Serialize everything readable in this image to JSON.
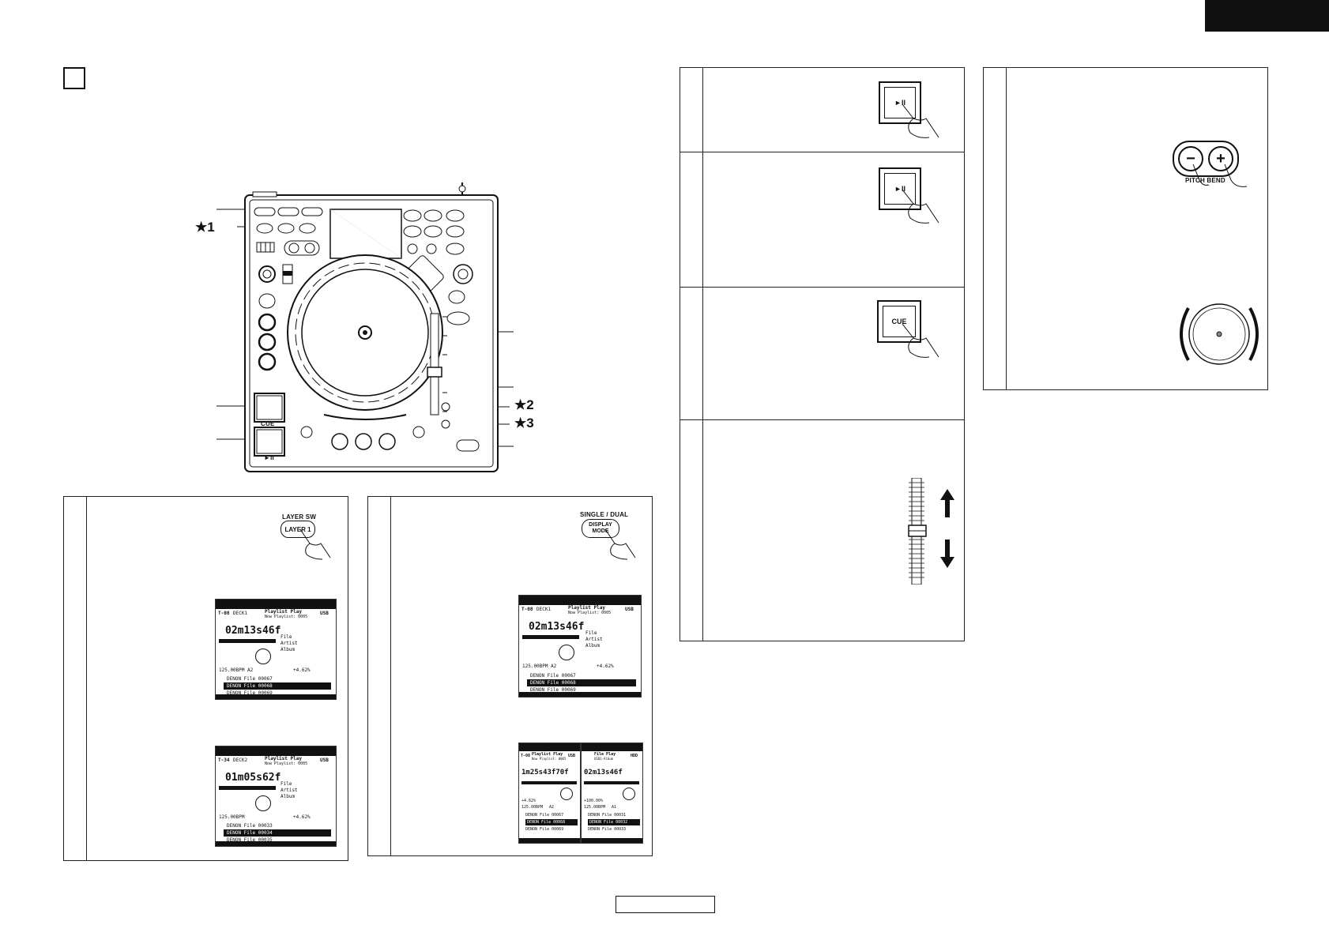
{
  "labels": {
    "star1": "★1",
    "star2": "★2",
    "star3": "★3",
    "cue": "CUE",
    "play": "►II",
    "layer_sw": "LAYER SW",
    "layer_1": "LAYER 1",
    "single_dual": "SINGLE / DUAL",
    "display_mode_1": "DISPLAY",
    "display_mode_2": "MODE",
    "pitch_bend": "PITCH BEND"
  },
  "lcd_deck1": {
    "deck": "DECK1",
    "mode": "Playlist Play",
    "now": "Now Playlist: 0005",
    "dev": "USB",
    "track": "T-08",
    "time": "02m13s46f",
    "info": [
      "File",
      "Artist",
      "Album"
    ],
    "bpm": "125.00BPM",
    "key": "A2",
    "pitch": "+4.62%",
    "list": [
      "DENON File 00067",
      "DENON File 00068",
      "DENON File 00069"
    ]
  },
  "lcd_deck2": {
    "deck": "DECK2",
    "mode": "Playlist Play",
    "now": "Now Playlist: 0005",
    "dev": "USB",
    "track": "T-34",
    "time": "01m05s62f",
    "info": [
      "File",
      "Artist",
      "Album"
    ],
    "bpm": "125.00BPM",
    "pitch": "+4.62%",
    "list": [
      "DENON File 00033",
      "DENON File 00034",
      "DENON File 00035"
    ]
  },
  "lcd_single": {
    "deck": "DECK1",
    "mode": "Playlist Play",
    "now": "Now Playlist: 0005",
    "dev": "USB",
    "track": "T-08",
    "time": "02m13s46f",
    "info": [
      "File",
      "Artist",
      "Album"
    ],
    "bpm": "125.00BPM",
    "key": "A2",
    "pitch": "+4.62%",
    "list": [
      "DENON File 00067",
      "DENON File 00068",
      "DENON File 00069"
    ]
  },
  "lcd_dual_left": {
    "mode": "Playlist Play",
    "now": "Now Playlist: 0005",
    "dev": "USB",
    "track": "T-08",
    "time": "1m25s43f70f",
    "pitch": "+4.62%",
    "bpm": "125.00BPM",
    "key": "A2",
    "list": [
      "DENON File 00067",
      "DENON File 00068",
      "DENON File 00069"
    ]
  },
  "lcd_dual_right": {
    "mode": "File Play",
    "now": "USB1-Album",
    "dev": "HDD",
    "time": "02m13s46f",
    "pitch": "+100.00%",
    "bpm": "125.00BPM",
    "key": "A1",
    "list": [
      "DENON File 00031",
      "DENON File 00032",
      "DENON File 00033"
    ]
  }
}
